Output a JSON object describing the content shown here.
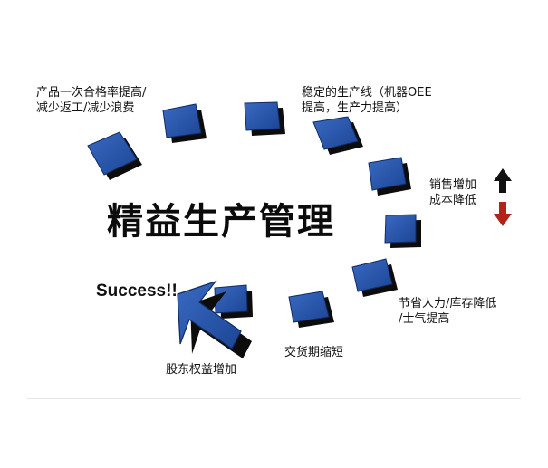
{
  "title": "精益生产管理",
  "success_text": "Success!!",
  "labels": {
    "top_left": [
      "产品一次合格率提高/",
      "减少返工/减少浪费"
    ],
    "top_right": [
      "稳定的生产线（机器OEE",
      "提高，生产力提高）"
    ],
    "right_upper": [
      "销售增加",
      "成本降低"
    ],
    "right_lower": [
      "节省人力/库存降低",
      "/士气提高"
    ],
    "bottom_mid": "交货期缩短",
    "bottom_left": "股东权益增加"
  },
  "colors": {
    "tile": "#2350a8",
    "tile_shadow": "#0c0c0c",
    "arrow_up": "#111111",
    "arrow_down": "#b22418",
    "title": "#0b0b0b"
  },
  "icons": [
    "up-arrow-icon",
    "down-arrow-icon",
    "big-cursor-arrow-icon"
  ]
}
